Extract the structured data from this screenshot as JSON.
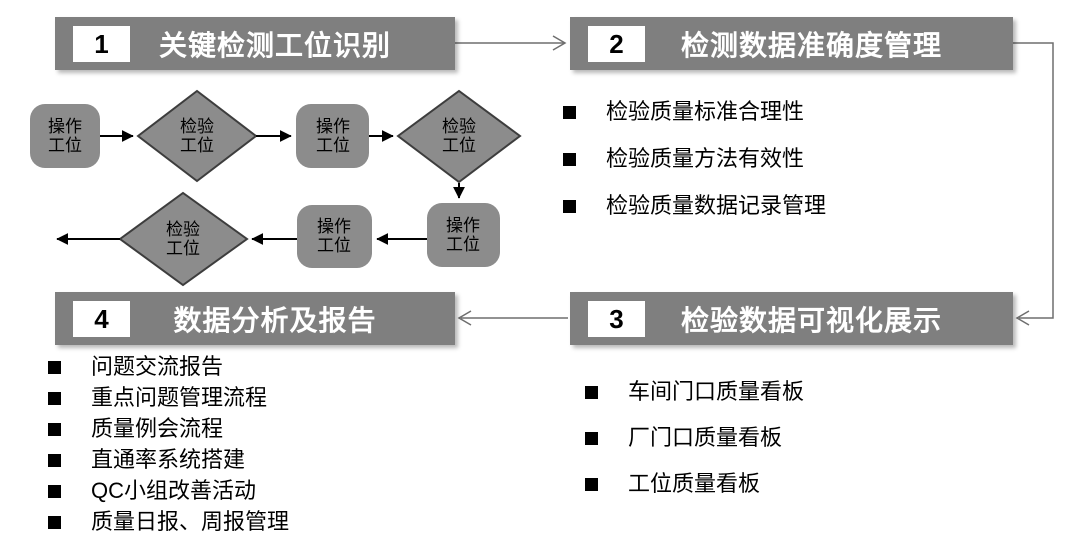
{
  "slide": {
    "type": "quality-management-process-overview"
  },
  "colors": {
    "header_bg": "#7f7f7f",
    "header_text": "#ffffff",
    "number_box_bg": "#ffffff",
    "number_text": "#000000",
    "shape_fill": "#8c8c8c",
    "diamond_border": "#3d3d3d",
    "flow_arrow": "#000000",
    "connector_arrow": "#6e6e6e",
    "bullet_text": "#000000"
  },
  "sections": [
    {
      "number": "1",
      "title": "关键检测工位识别",
      "bullets": []
    },
    {
      "number": "2",
      "title": "检测数据准确度管理",
      "bullets": [
        "检验质量标准合理性",
        "检验质量方法有效性",
        "检验质量数据记录管理"
      ]
    },
    {
      "number": "3",
      "title": "检验数据可视化展示",
      "bullets": [
        "车间门口质量看板",
        "厂门口质量看板",
        "工位质量看板"
      ]
    },
    {
      "number": "4",
      "title": "数据分析及报告",
      "bullets": [
        "问题交流报告",
        "重点问题管理流程",
        "质量例会流程",
        "直通率系统搭建",
        "QC小组改善活动",
        "质量日报、周报管理"
      ]
    }
  ],
  "flowchart": {
    "nodes": [
      {
        "id": "op1",
        "type": "process",
        "label": "操作工位"
      },
      {
        "id": "insp1",
        "type": "decision",
        "label": "检验工位"
      },
      {
        "id": "op2",
        "type": "process",
        "label": "操作工位"
      },
      {
        "id": "insp2",
        "type": "decision",
        "label": "检验工位"
      },
      {
        "id": "op3",
        "type": "process",
        "label": "操作工位"
      },
      {
        "id": "op4",
        "type": "process",
        "label": "操作工位"
      },
      {
        "id": "insp3",
        "type": "decision",
        "label": "检验工位"
      }
    ]
  }
}
